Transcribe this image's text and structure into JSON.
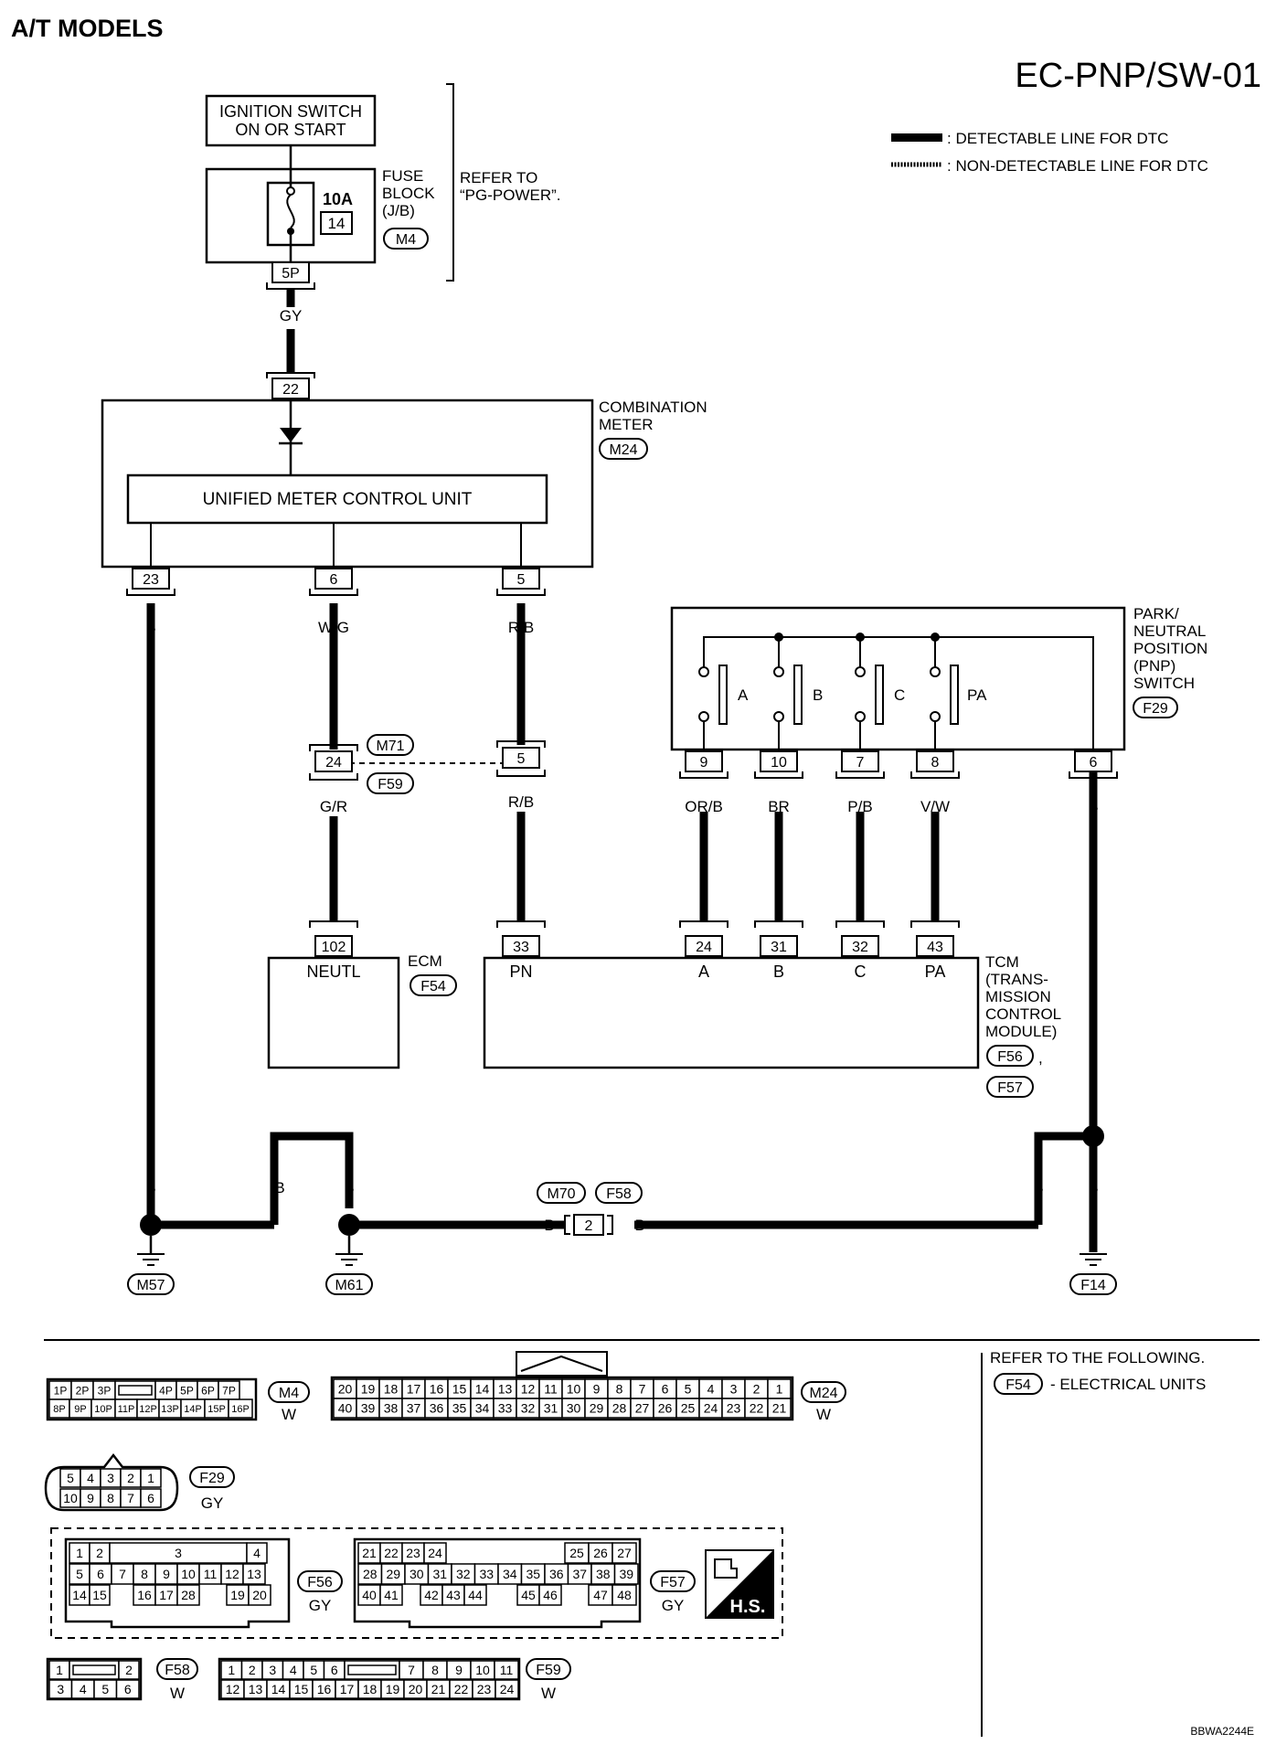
{
  "header": {
    "section": "A/T MODELS",
    "diagram_id": "EC-PNP/SW-01"
  },
  "legend": {
    "detectable": ": DETECTABLE LINE FOR DTC",
    "non_detectable": ": NON-DETECTABLE LINE FOR DTC"
  },
  "ignition": {
    "line1": "IGNITION SWITCH",
    "line2": "ON OR START"
  },
  "fuse": {
    "rating": "10A",
    "number": "14",
    "label1": "FUSE",
    "label2": "BLOCK",
    "label3": "(J/B)",
    "connector": "M4",
    "terminal": "5P",
    "refer1": "REFER TO",
    "refer2": "“PG-POWER”."
  },
  "combination_meter": {
    "label1": "COMBINATION",
    "label2": "METER",
    "connector": "M24",
    "unit": "UNIFIED METER CONTROL UNIT",
    "in_terminal": "22",
    "terminals": [
      "23",
      "6",
      "5"
    ]
  },
  "wires": {
    "gy": "GY",
    "b": "B",
    "wg": "W/G",
    "rb": "R/B",
    "gr": "G/R",
    "orb": "OR/B",
    "br": "BR",
    "pb": "P/B",
    "vw": "V/W"
  },
  "joint": {
    "left_terminal": "24",
    "right_terminal": "5",
    "conn_top": "M71",
    "conn_bottom": "F59"
  },
  "pnp_switch": {
    "label1": "PARK/",
    "label2": "NEUTRAL",
    "label3": "POSITION",
    "label4": "(PNP)",
    "label5": "SWITCH",
    "connector": "F29",
    "contacts": [
      "A",
      "B",
      "C",
      "PA"
    ],
    "terminals": [
      "9",
      "10",
      "7",
      "8",
      "6"
    ]
  },
  "ecm": {
    "label": "ECM",
    "connector": "F54",
    "terminal": "102",
    "pin": "NEUTL"
  },
  "tcm": {
    "label1": "TCM",
    "label2": "(TRANS-",
    "label3": "MISSION",
    "label4": "CONTROL",
    "label5": "MODULE)",
    "conn1": "F56",
    "comma": ",",
    "conn2": "F57",
    "terminals": [
      "33",
      "24",
      "31",
      "32",
      "43"
    ],
    "pins": [
      "PN",
      "A",
      "B",
      "C",
      "PA"
    ]
  },
  "grounds": {
    "g1": "M57",
    "g2": "M61",
    "g3": "F14"
  },
  "inline": {
    "c1": "M70",
    "c2": "F58",
    "terminal": "2"
  },
  "refer_box": {
    "line1": "REFER TO THE FOLLOWING.",
    "conn": "F54",
    "line2": "- ELECTRICAL UNITS"
  },
  "connectors": {
    "m4": {
      "name": "M4",
      "color": "W",
      "row1": [
        "1P",
        "2P",
        "3P",
        "",
        "4P",
        "5P",
        "6P",
        "7P"
      ],
      "row2": [
        "8P",
        "9P",
        "10P",
        "11P",
        "12P",
        "13P",
        "14P",
        "15P",
        "16P"
      ]
    },
    "m24": {
      "name": "M24",
      "color": "W",
      "row1": [
        "20",
        "19",
        "18",
        "17",
        "16",
        "15",
        "14",
        "13",
        "12",
        "11",
        "10",
        "9",
        "8",
        "7",
        "6",
        "5",
        "4",
        "3",
        "2",
        "1"
      ],
      "row2": [
        "40",
        "39",
        "38",
        "37",
        "36",
        "35",
        "34",
        "33",
        "32",
        "31",
        "30",
        "29",
        "28",
        "27",
        "26",
        "25",
        "24",
        "23",
        "22",
        "21"
      ]
    },
    "f29": {
      "name": "F29",
      "color": "GY",
      "row1": [
        "5",
        "4",
        "3",
        "2",
        "1"
      ],
      "row2": [
        "10",
        "9",
        "8",
        "7",
        "6"
      ]
    },
    "f56": {
      "name": "F56",
      "color": "GY",
      "row1": [
        "1",
        "2",
        "3",
        "4"
      ],
      "row2": [
        "5",
        "6",
        "7",
        "8",
        "9",
        "10",
        "11",
        "12",
        "13"
      ],
      "row3": [
        "14",
        "15",
        "16",
        "17",
        "28",
        "19",
        "20"
      ]
    },
    "f57": {
      "name": "F57",
      "color": "GY",
      "row1": [
        "21",
        "22",
        "23",
        "24",
        "25",
        "26",
        "27"
      ],
      "row2": [
        "28",
        "29",
        "30",
        "31",
        "32",
        "33",
        "34",
        "35",
        "36",
        "37",
        "38",
        "39"
      ],
      "row3": [
        "40",
        "41",
        "42",
        "43",
        "44",
        "45",
        "46",
        "47",
        "48"
      ]
    },
    "hs": "H.S.",
    "f58": {
      "name": "F58",
      "color": "W",
      "row1": [
        "1",
        "2"
      ],
      "row2": [
        "3",
        "4",
        "5",
        "6"
      ]
    },
    "f59": {
      "name": "F59",
      "color": "W",
      "row1": [
        "1",
        "2",
        "3",
        "4",
        "5",
        "6",
        "7",
        "8",
        "9",
        "10",
        "11"
      ],
      "row2": [
        "12",
        "13",
        "14",
        "15",
        "16",
        "17",
        "18",
        "19",
        "20",
        "21",
        "22",
        "23",
        "24"
      ]
    }
  },
  "footer_code": "BBWA2244E"
}
